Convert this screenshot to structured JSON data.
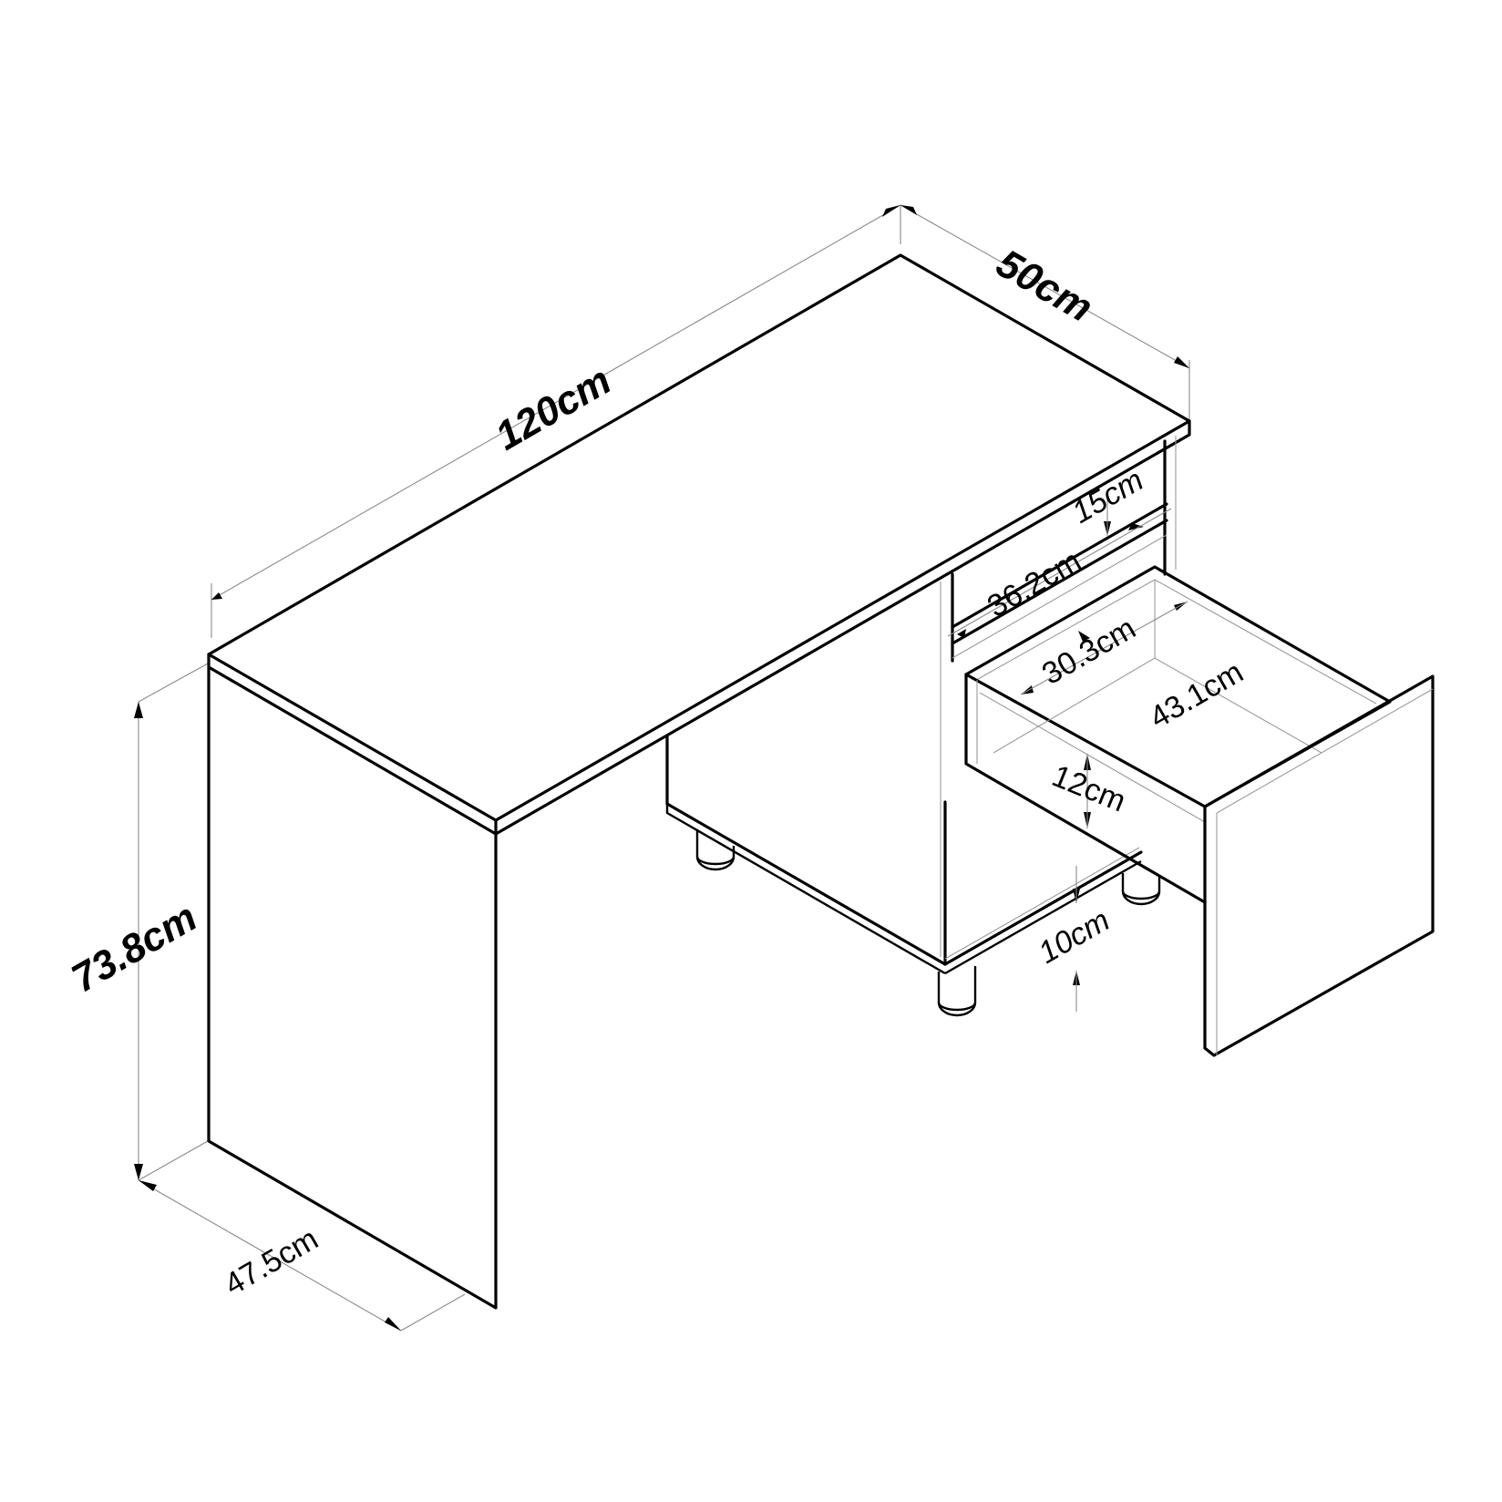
{
  "diagram": {
    "subject": "Desk with open shelf and drawer cabinet",
    "line_color": "#000000",
    "dimension_line_color": "#8a8a8a",
    "background": "#ffffff"
  },
  "dimensions": {
    "width": "120cm",
    "depth": "50cm",
    "height": "73.8cm",
    "side_panel_depth": "47.5cm",
    "shelf_height": "15cm",
    "shelf_width": "36.2cm",
    "drawer_inner_width": "30.3cm",
    "drawer_inner_depth": "43.1cm",
    "drawer_height": "12cm",
    "floor_clearance": "10cm"
  }
}
